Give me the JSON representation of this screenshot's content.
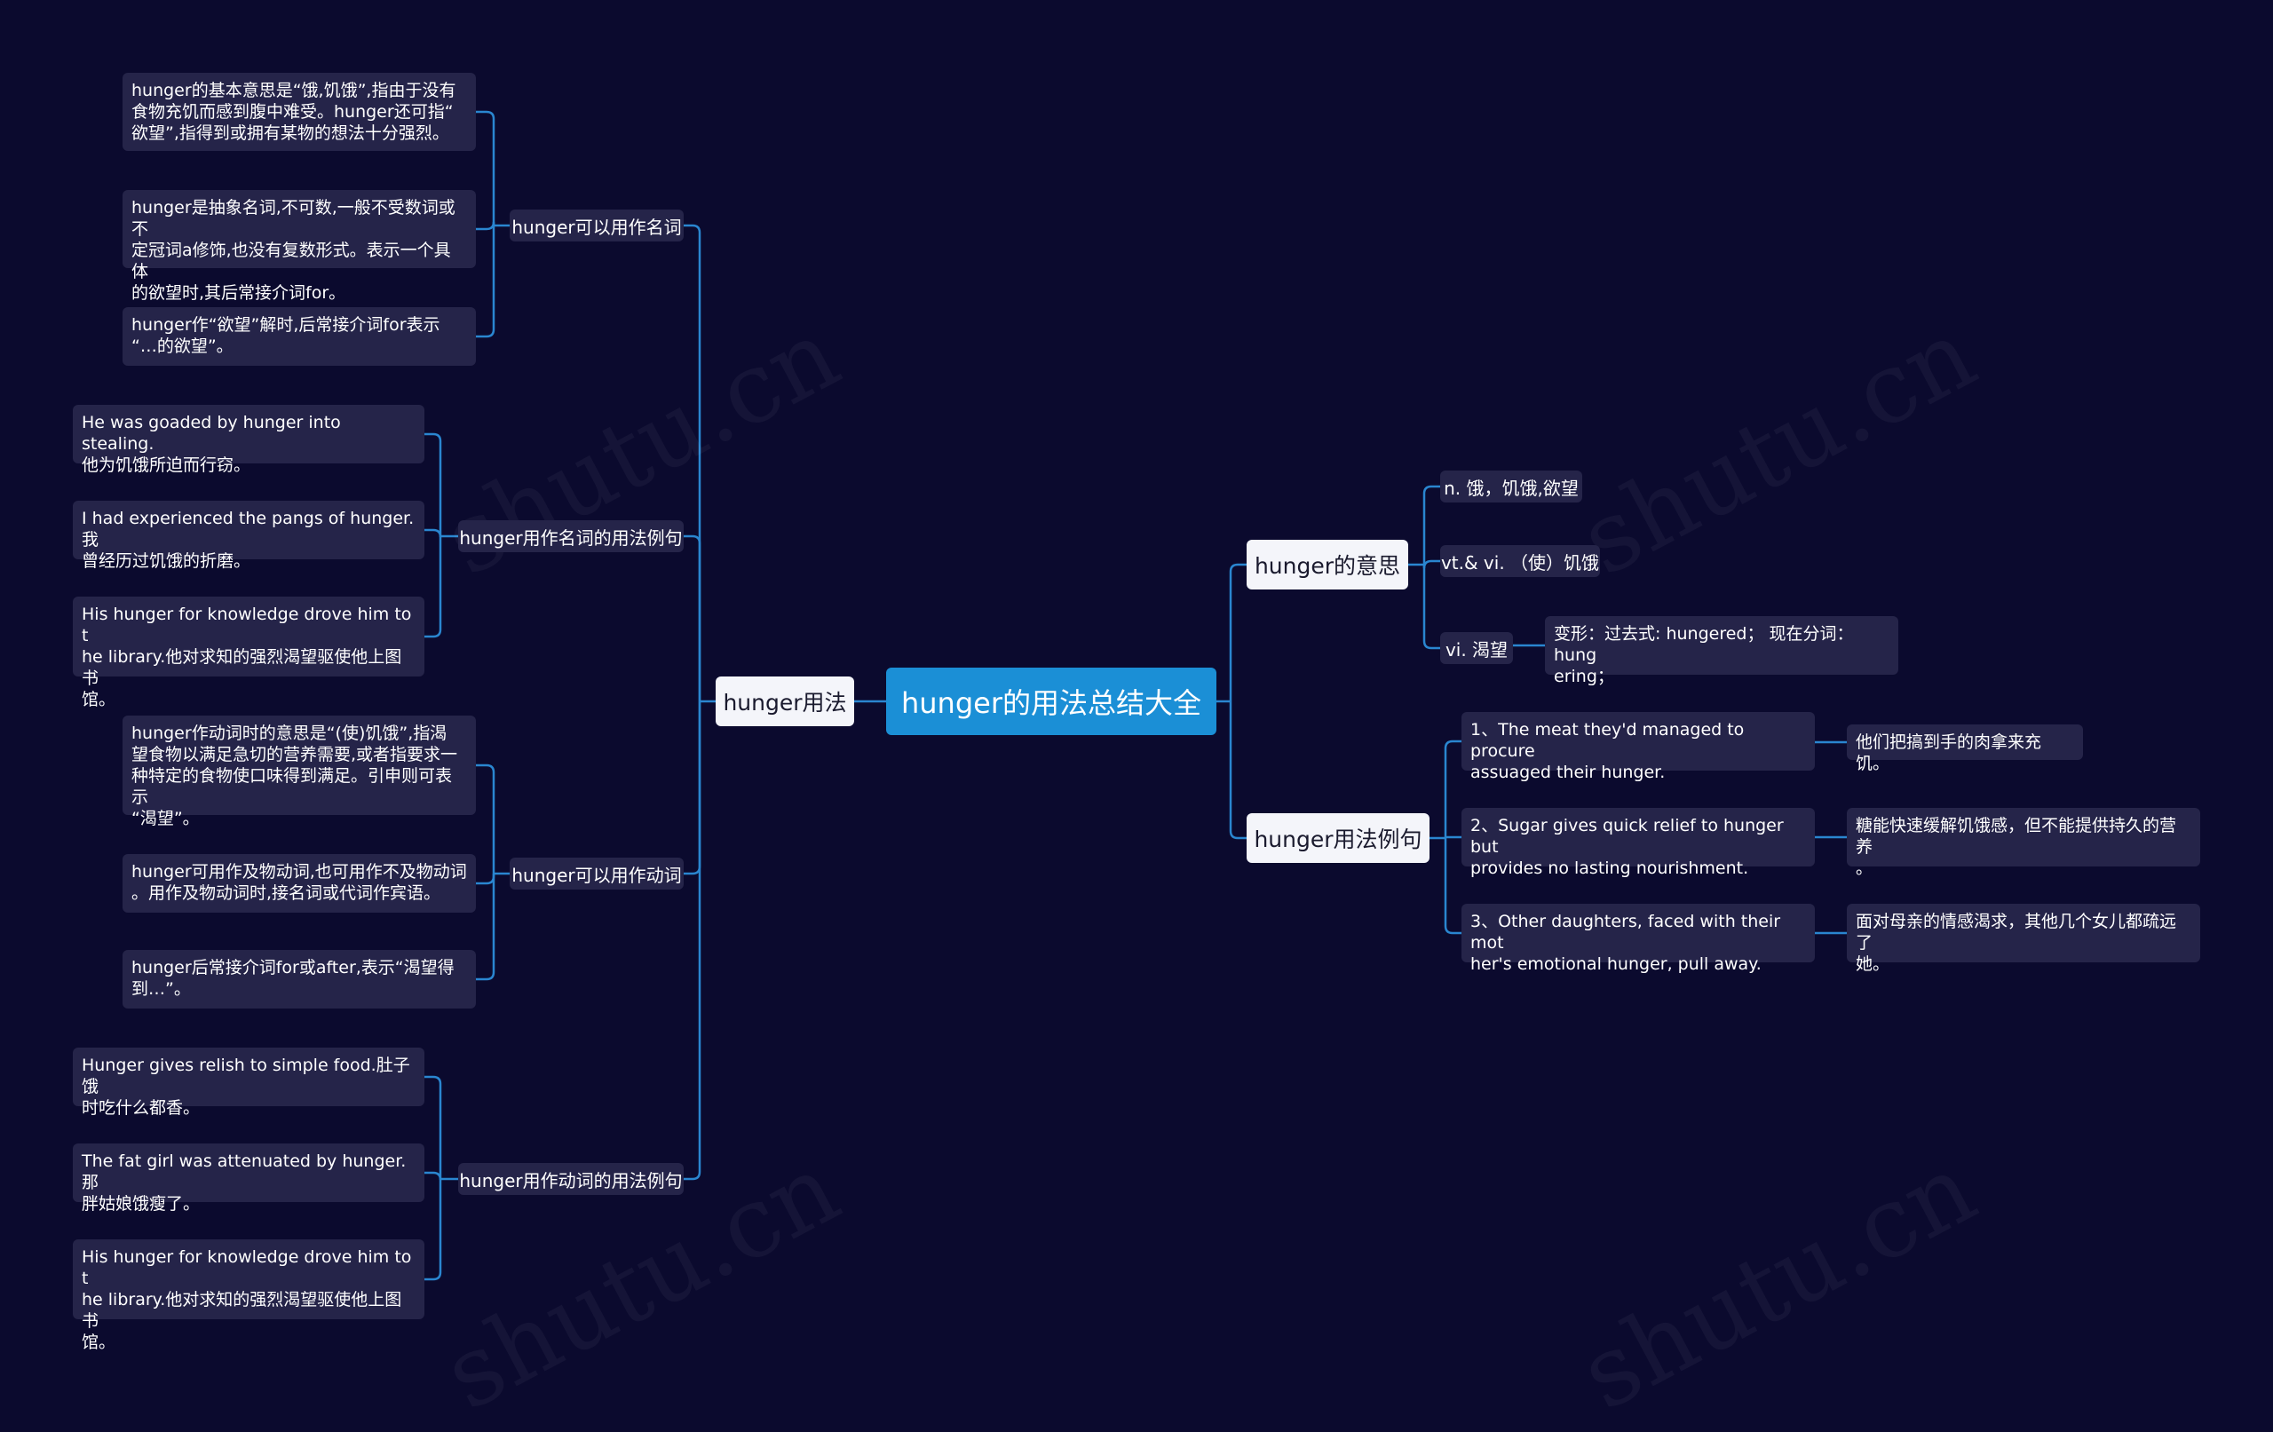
{
  "colors": {
    "background": "#0b0a2e",
    "root": "#1b8fd6",
    "branch": "#f4f5fa",
    "node": "#252449",
    "link": "#2a86d0"
  },
  "watermark": "shutu.cn",
  "root": "hunger的用法总结大全",
  "left": {
    "branch": "hunger用法",
    "groups": [
      {
        "label": "hunger可以用作名词",
        "items": [
          "hunger的基本意思是“饿,饥饿”,指由于没有\n食物充饥而感到腹中难受。hunger还可指“\n欲望”,指得到或拥有某物的想法十分强烈。",
          "hunger是抽象名词,不可数,一般不受数词或不\n定冠词a修饰,也没有复数形式。表示一个具体\n的欲望时,其后常接介词for。",
          "hunger作“欲望”解时,后常接介词for表示\n“…的欲望”。"
        ]
      },
      {
        "label": "hunger用作名词的用法例句",
        "items": [
          "He was goaded by hunger into stealing.\n他为饥饿所迫而行窃。",
          "I had experienced the pangs of hunger.我\n曾经历过饥饿的折磨。",
          "His hunger for knowledge drove him to t\nhe library.他对求知的强烈渴望驱使他上图书\n馆。"
        ]
      },
      {
        "label": "hunger可以用作动词",
        "items": [
          "hunger作动词时的意思是“(使)饥饿”,指渴\n望食物以满足急切的营养需要,或者指要求一\n种特定的食物使口味得到满足。引申则可表示\n“渴望”。",
          "hunger可用作及物动词,也可用作不及物动词\n。用作及物动词时,接名词或代词作宾语。",
          "hunger后常接介词for或after,表示“渴望得\n到…”。"
        ]
      },
      {
        "label": "hunger用作动词的用法例句",
        "items": [
          "Hunger gives relish to simple food.肚子饿\n时吃什么都香。",
          "The fat girl was attenuated by hunger.那\n胖姑娘饿瘦了。",
          "His hunger for knowledge drove him to t\nhe library.他对求知的强烈渴望驱使他上图书\n馆。"
        ]
      }
    ]
  },
  "right": {
    "meaning": {
      "branch": "hunger的意思",
      "items": [
        "n. 饿，饥饿,欲望",
        "vt.& vi. （使）饥饿",
        "vi. 渴望"
      ],
      "detail": "变形：过去式: hungered； 现在分词：hung\nering；"
    },
    "examples": {
      "branch": "hunger用法例句",
      "items": [
        {
          "en": "1、The meat they'd managed to procure\nassuaged their hunger.",
          "zh": "他们把搞到手的肉拿来充饥。"
        },
        {
          "en": "2、Sugar gives quick relief to hunger but\nprovides no lasting nourishment.",
          "zh": "糖能快速缓解饥饿感，但不能提供持久的营养\n。"
        },
        {
          "en": "3、Other daughters, faced with their mot\nher's emotional hunger, pull away.",
          "zh": "面对母亲的情感渴求，其他几个女儿都疏远了\n她。"
        }
      ]
    }
  }
}
